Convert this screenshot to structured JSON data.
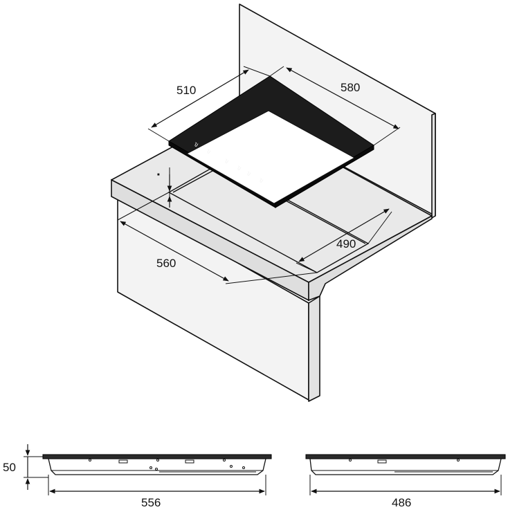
{
  "dimensions": {
    "hob_width": "510",
    "hob_depth": "580",
    "cutout_width": "560",
    "cutout_depth": "490",
    "profile_height": "50",
    "profile_width": "556",
    "profile_depth": "486"
  },
  "control_symbols": [
    "Ⴎ",
    "Ⴎ",
    "Ⴎ",
    "Ⴎ",
    "Ⴎ",
    "Ⴎ"
  ]
}
